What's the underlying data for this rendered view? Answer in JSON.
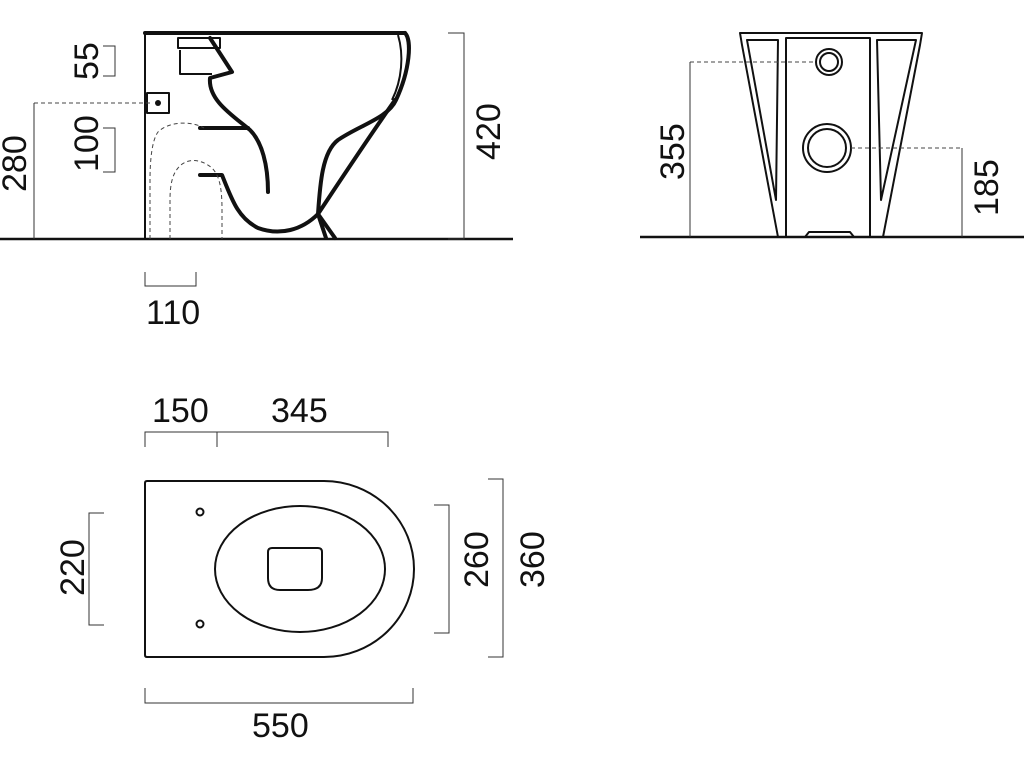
{
  "side_view": {
    "dim_55": "55",
    "dim_100": "100",
    "dim_280": "280",
    "dim_420": "420",
    "dim_110": "110"
  },
  "front_view": {
    "dim_355": "355",
    "dim_185": "185"
  },
  "top_view": {
    "dim_150": "150",
    "dim_345": "345",
    "dim_220": "220",
    "dim_260": "260",
    "dim_360": "360",
    "dim_550": "550"
  },
  "colors": {
    "line": "#111111",
    "background": "#ffffff"
  }
}
